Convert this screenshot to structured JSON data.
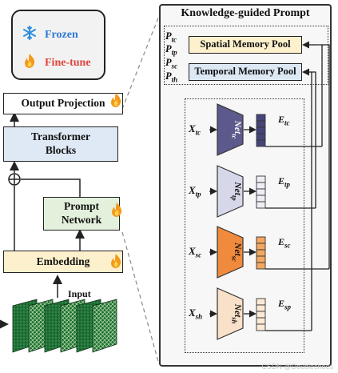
{
  "legend": {
    "frozen_label": "Frozen",
    "finetune_label": "Fine-tune",
    "frozen_color": "#2f78d6",
    "finetune_color": "#e0443c"
  },
  "left": {
    "output_projection": "Output Projection",
    "transformer_blocks_line1": "Transformer",
    "transformer_blocks_line2": "Blocks",
    "prompt_network_line1": "Prompt",
    "prompt_network_line2": "Network",
    "embedding": "Embedding",
    "input_label": "Input"
  },
  "knowledge_prompt": {
    "title": "Knowledge-guided Prompt",
    "spatial_pool": "Spatial Memory Pool",
    "temporal_pool": "Temporal Memory Pool",
    "p_labels": [
      {
        "base": "P",
        "sub": "tc"
      },
      {
        "base": "P",
        "sub": "tp"
      },
      {
        "base": "P",
        "sub": "sc"
      },
      {
        "base": "P",
        "sub": "th"
      }
    ],
    "nets": [
      {
        "x_base": "X",
        "x_sub": "tc",
        "net_base": "Net",
        "net_sub": "tc",
        "e_base": "E",
        "e_sub": "tc",
        "color": "#5c5a8c",
        "cell_color": "#46457a"
      },
      {
        "x_base": "X",
        "x_sub": "tp",
        "net_base": "Net",
        "net_sub": "tp",
        "e_base": "E",
        "e_sub": "tp",
        "color": "#d7d7ea",
        "cell_color": "#ededf6"
      },
      {
        "x_base": "X",
        "x_sub": "sc",
        "net_base": "Net",
        "net_sub": "sc",
        "e_base": "E",
        "e_sub": "sc",
        "color": "#f08a3c",
        "cell_color": "#f4a760"
      },
      {
        "x_base": "X",
        "x_sub": "sh",
        "net_base": "Net",
        "net_sub": "sh",
        "e_base": "E",
        "e_sub": "sp",
        "color": "#f9e0c8",
        "cell_color": "#fbe9d6"
      }
    ]
  },
  "watermark": "CSDN @Doublechoes",
  "colors": {
    "blue_block": "#dfe8f5",
    "green_block": "#e3f1dc",
    "yellow_block": "#fdf0cc",
    "pool_blue": "#dde8f5",
    "pool_yellow": "#fdf0cc"
  }
}
